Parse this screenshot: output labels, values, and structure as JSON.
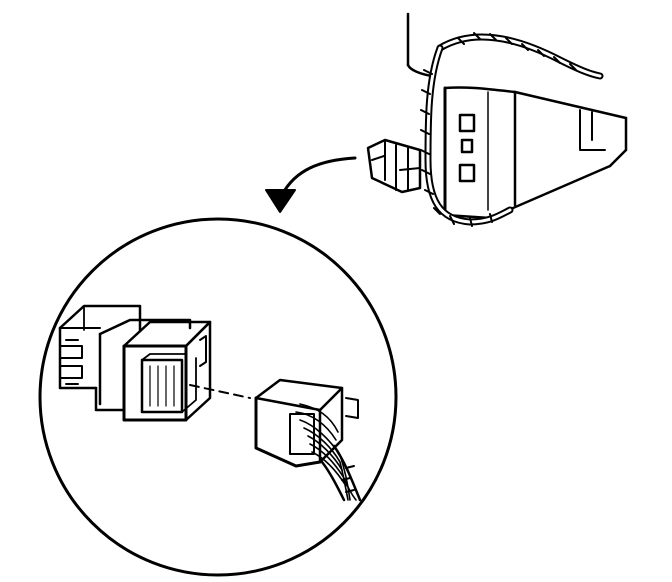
{
  "diagram": {
    "ink_color": "#000000",
    "paper_color": "#ffffff",
    "parts": [
      {
        "id": "module-housing",
        "icon": "module-housing-icon"
      },
      {
        "id": "wiring-harness",
        "icon": "harness-icon"
      },
      {
        "id": "connector-on-module",
        "icon": "connector-icon"
      },
      {
        "id": "detail-arrow",
        "icon": "curved-arrow-icon"
      },
      {
        "id": "detail-circle",
        "icon": "magnify-circle-icon"
      },
      {
        "id": "female-connector",
        "icon": "connector-icon"
      },
      {
        "id": "male-connector-plug",
        "icon": "plug-icon"
      },
      {
        "id": "connector-wires",
        "icon": "wire-bundle-icon"
      }
    ]
  }
}
